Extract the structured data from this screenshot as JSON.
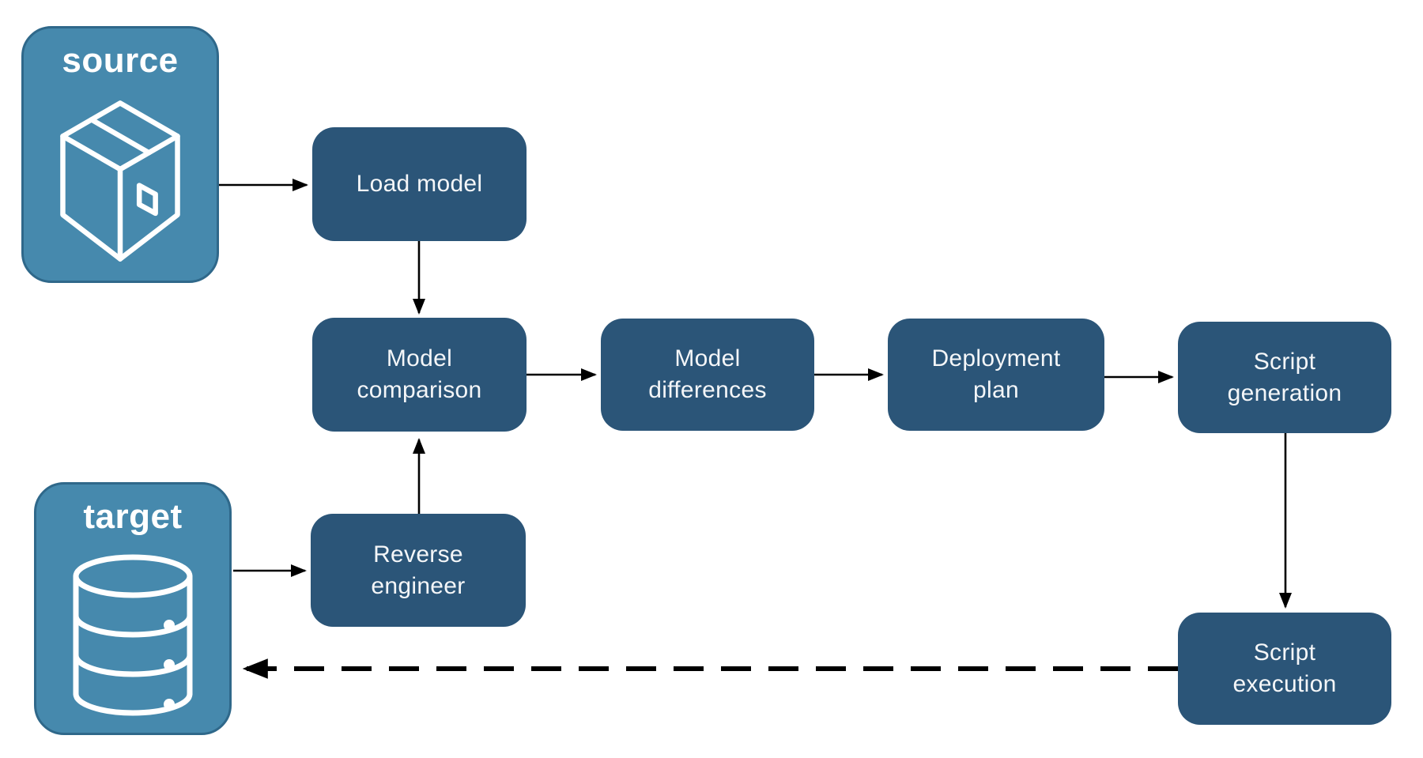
{
  "diagram": {
    "endpoints": [
      {
        "id": "source",
        "label": "source",
        "icon": "package-icon"
      },
      {
        "id": "target",
        "label": "target",
        "icon": "database-icon"
      }
    ],
    "nodes": [
      {
        "id": "load-model",
        "label": [
          "Load model"
        ]
      },
      {
        "id": "model-comparison",
        "label": [
          "Model",
          "comparison"
        ]
      },
      {
        "id": "model-differences",
        "label": [
          "Model",
          "differences"
        ]
      },
      {
        "id": "deployment-plan",
        "label": [
          "Deployment",
          "plan"
        ]
      },
      {
        "id": "script-generation",
        "label": [
          "Script",
          "generation"
        ]
      },
      {
        "id": "reverse-engineer",
        "label": [
          "Reverse",
          "engineer"
        ]
      },
      {
        "id": "script-execution",
        "label": [
          "Script",
          "execution"
        ]
      }
    ],
    "edges": [
      {
        "from": "source",
        "to": "load-model",
        "style": "solid"
      },
      {
        "from": "load-model",
        "to": "model-comparison",
        "style": "solid"
      },
      {
        "from": "model-comparison",
        "to": "model-differences",
        "style": "solid"
      },
      {
        "from": "model-differences",
        "to": "deployment-plan",
        "style": "solid"
      },
      {
        "from": "deployment-plan",
        "to": "script-generation",
        "style": "solid"
      },
      {
        "from": "script-generation",
        "to": "script-execution",
        "style": "solid"
      },
      {
        "from": "target",
        "to": "reverse-engineer",
        "style": "solid"
      },
      {
        "from": "reverse-engineer",
        "to": "model-comparison",
        "style": "solid"
      },
      {
        "from": "script-execution",
        "to": "target",
        "style": "dashed"
      }
    ],
    "colors": {
      "node_fill": "#2b5578",
      "endpoint_fill": "#4689ad",
      "endpoint_border": "#2f688a",
      "node_text": "#f4f6f8",
      "endpoint_text": "#ffffff",
      "arrow": "#000000",
      "background": "#ffffff"
    }
  }
}
